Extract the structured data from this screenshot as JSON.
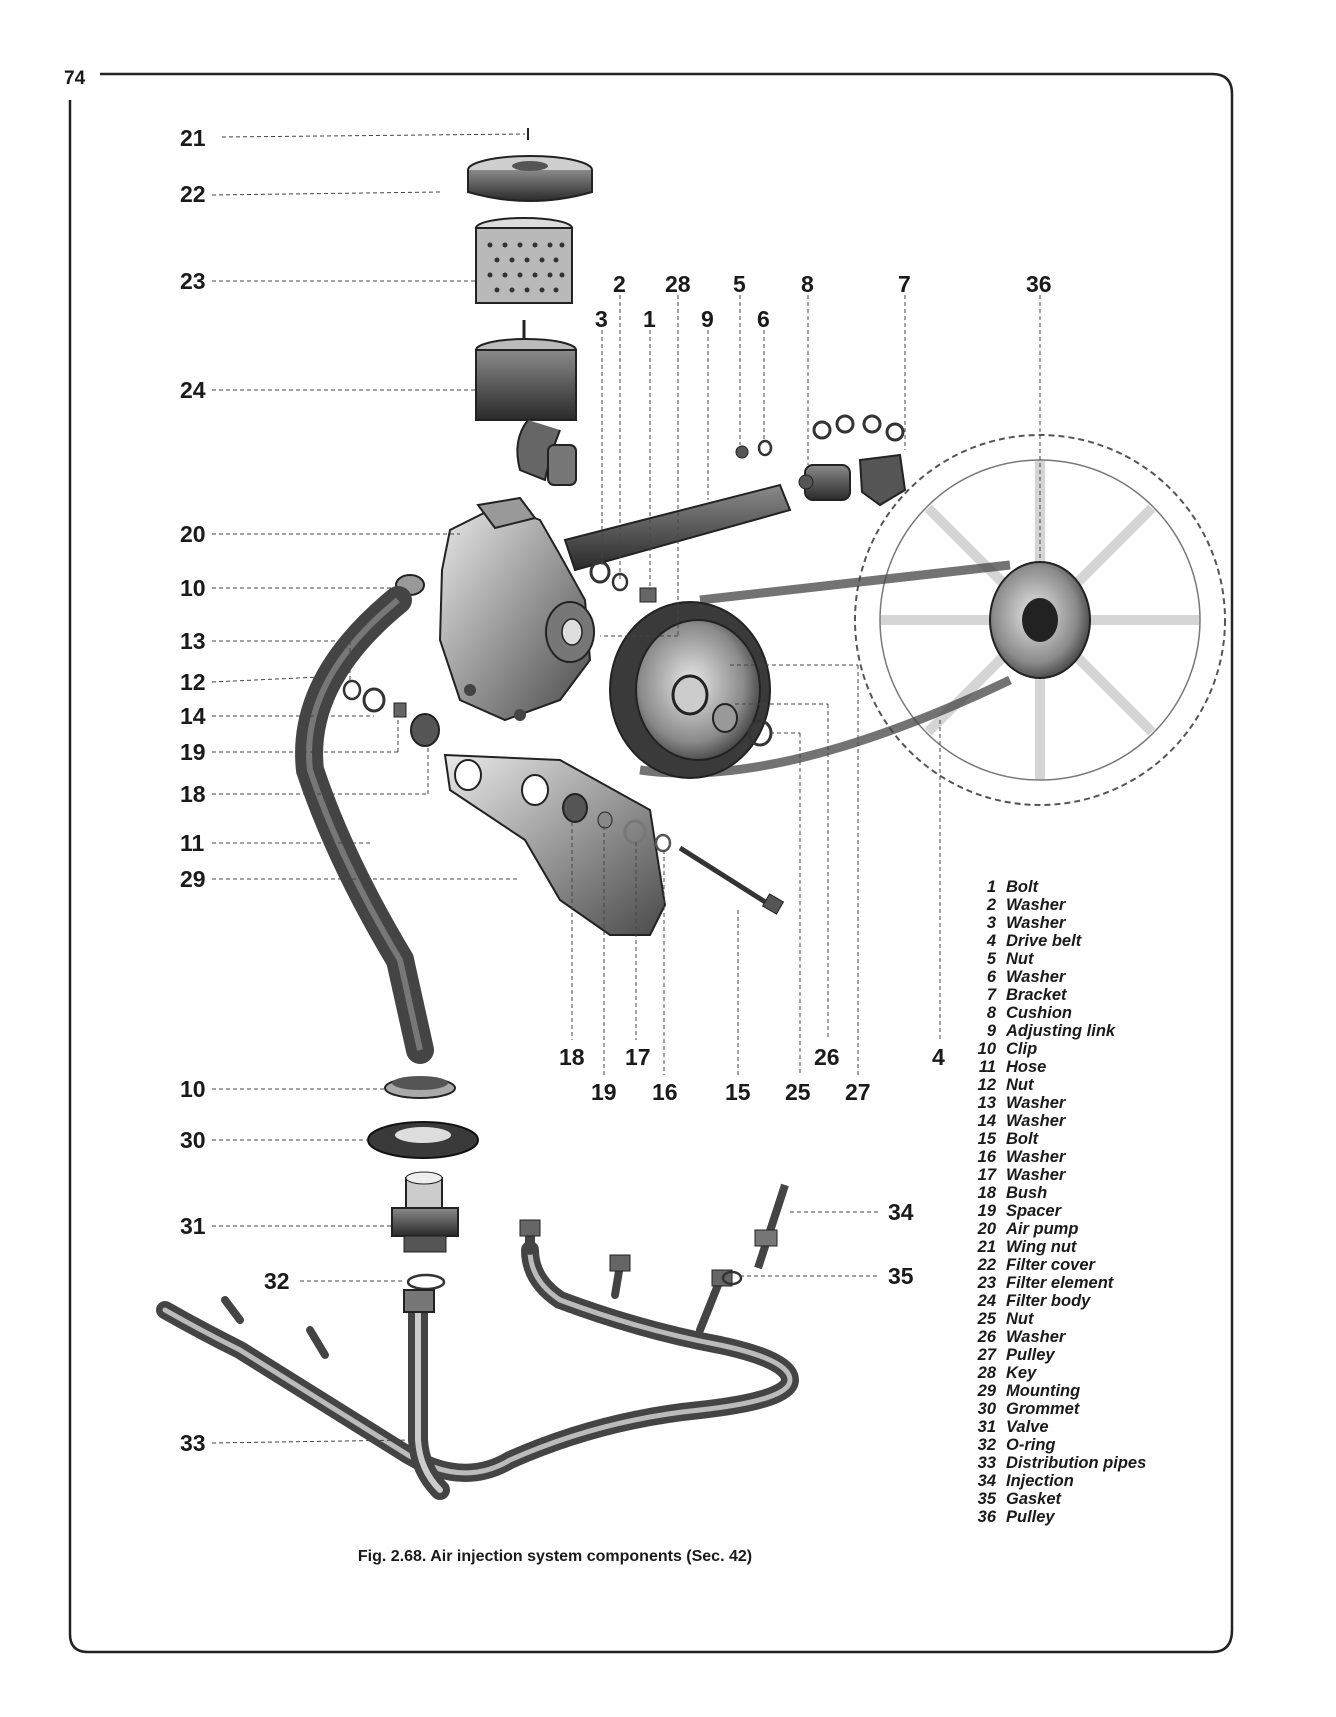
{
  "page_number": "74",
  "caption": "Fig. 2.68. Air injection system components (Sec. 42)",
  "callouts": [
    "21",
    "22",
    "23",
    "24",
    "20",
    "10",
    "13",
    "12",
    "14",
    "19",
    "18",
    "11",
    "29",
    "10",
    "30",
    "31",
    "32",
    "33",
    "2",
    "28",
    "5",
    "8",
    "7",
    "36",
    "3",
    "1",
    "9",
    "6",
    "18",
    "17",
    "19",
    "16",
    "15",
    "25",
    "27",
    "26",
    "4",
    "34",
    "35"
  ],
  "legend": [
    {
      "num": "1",
      "name": "Bolt"
    },
    {
      "num": "2",
      "name": "Washer"
    },
    {
      "num": "3",
      "name": "Washer"
    },
    {
      "num": "4",
      "name": "Drive belt"
    },
    {
      "num": "5",
      "name": "Nut"
    },
    {
      "num": "6",
      "name": "Washer"
    },
    {
      "num": "7",
      "name": "Bracket"
    },
    {
      "num": "8",
      "name": "Cushion"
    },
    {
      "num": "9",
      "name": "Adjusting link"
    },
    {
      "num": "10",
      "name": "Clip"
    },
    {
      "num": "11",
      "name": "Hose"
    },
    {
      "num": "12",
      "name": "Nut"
    },
    {
      "num": "13",
      "name": "Washer"
    },
    {
      "num": "14",
      "name": "Washer"
    },
    {
      "num": "15",
      "name": "Bolt"
    },
    {
      "num": "16",
      "name": "Washer"
    },
    {
      "num": "17",
      "name": "Washer"
    },
    {
      "num": "18",
      "name": "Bush"
    },
    {
      "num": "19",
      "name": "Spacer"
    },
    {
      "num": "20",
      "name": "Air pump"
    },
    {
      "num": "21",
      "name": "Wing nut"
    },
    {
      "num": "22",
      "name": "Filter cover"
    },
    {
      "num": "23",
      "name": "Filter element"
    },
    {
      "num": "24",
      "name": "Filter body"
    },
    {
      "num": "25",
      "name": "Nut"
    },
    {
      "num": "26",
      "name": "Washer"
    },
    {
      "num": "27",
      "name": "Pulley"
    },
    {
      "num": "28",
      "name": "Key"
    },
    {
      "num": "29",
      "name": "Mounting"
    },
    {
      "num": "30",
      "name": "Grommet"
    },
    {
      "num": "31",
      "name": "Valve"
    },
    {
      "num": "32",
      "name": "O-ring"
    },
    {
      "num": "33",
      "name": "Distribution pipes"
    },
    {
      "num": "34",
      "name": "Injection"
    },
    {
      "num": "35",
      "name": "Gasket"
    },
    {
      "num": "36",
      "name": "Pulley"
    }
  ]
}
